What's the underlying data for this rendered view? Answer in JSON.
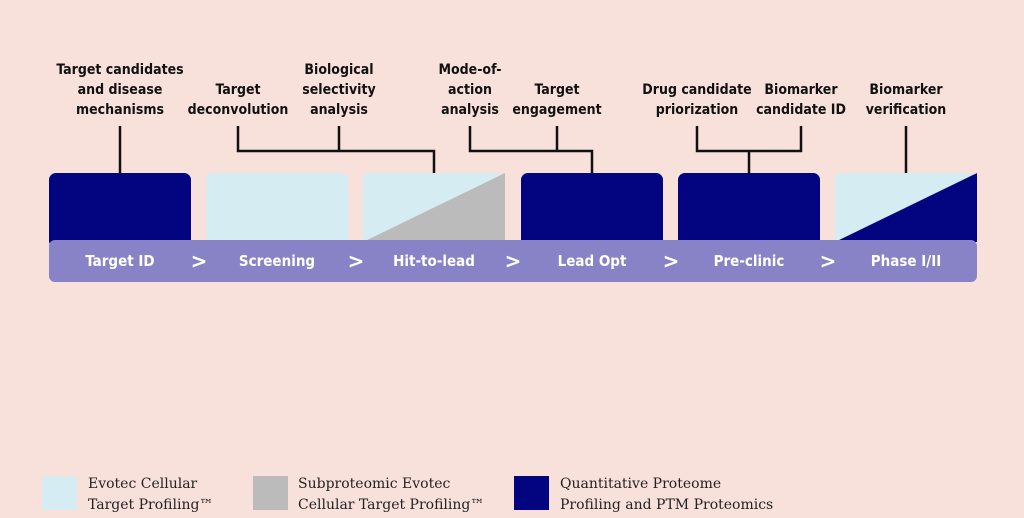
{
  "colors": {
    "background": "#f9e1db",
    "light_blue": "#d6ecf3",
    "gray": "#bbbbbb",
    "dark_blue": "#030580",
    "bar": "#8883c7"
  },
  "stages": [
    {
      "label": "Target ID",
      "fill": "dark"
    },
    {
      "label": "Screening",
      "fill": "light"
    },
    {
      "label": "Hit-to-lead",
      "fill": "light-gray"
    },
    {
      "label": "Lead Opt",
      "fill": "dark"
    },
    {
      "label": "Pre-clinic",
      "fill": "dark"
    },
    {
      "label": "Phase I/II",
      "fill": "light-dark"
    }
  ],
  "chevron_glyph": ">",
  "annotations": [
    {
      "text": "Target candidates\nand disease\nmechanisms"
    },
    {
      "text": "Target\ndeconvolution"
    },
    {
      "text": "Biological\nselectivity\nanalysis"
    },
    {
      "text": "Mode-of-\naction\nanalysis"
    },
    {
      "text": "Target\nengagement"
    },
    {
      "text": "Drug candidate\npriorization"
    },
    {
      "text": "Biomarker\ncandidate ID"
    },
    {
      "text": "Biomarker\nverification"
    }
  ],
  "legend": [
    {
      "text": "Evotec Cellular\nTarget Profiling™",
      "color": "#d6ecf3"
    },
    {
      "text": "Subproteomic Evotec\nCellular Target Profiling™",
      "color": "#bbbbbb"
    },
    {
      "text": "Quantitative Proteome\nProfiling and PTM Proteomics",
      "color": "#030580"
    }
  ]
}
